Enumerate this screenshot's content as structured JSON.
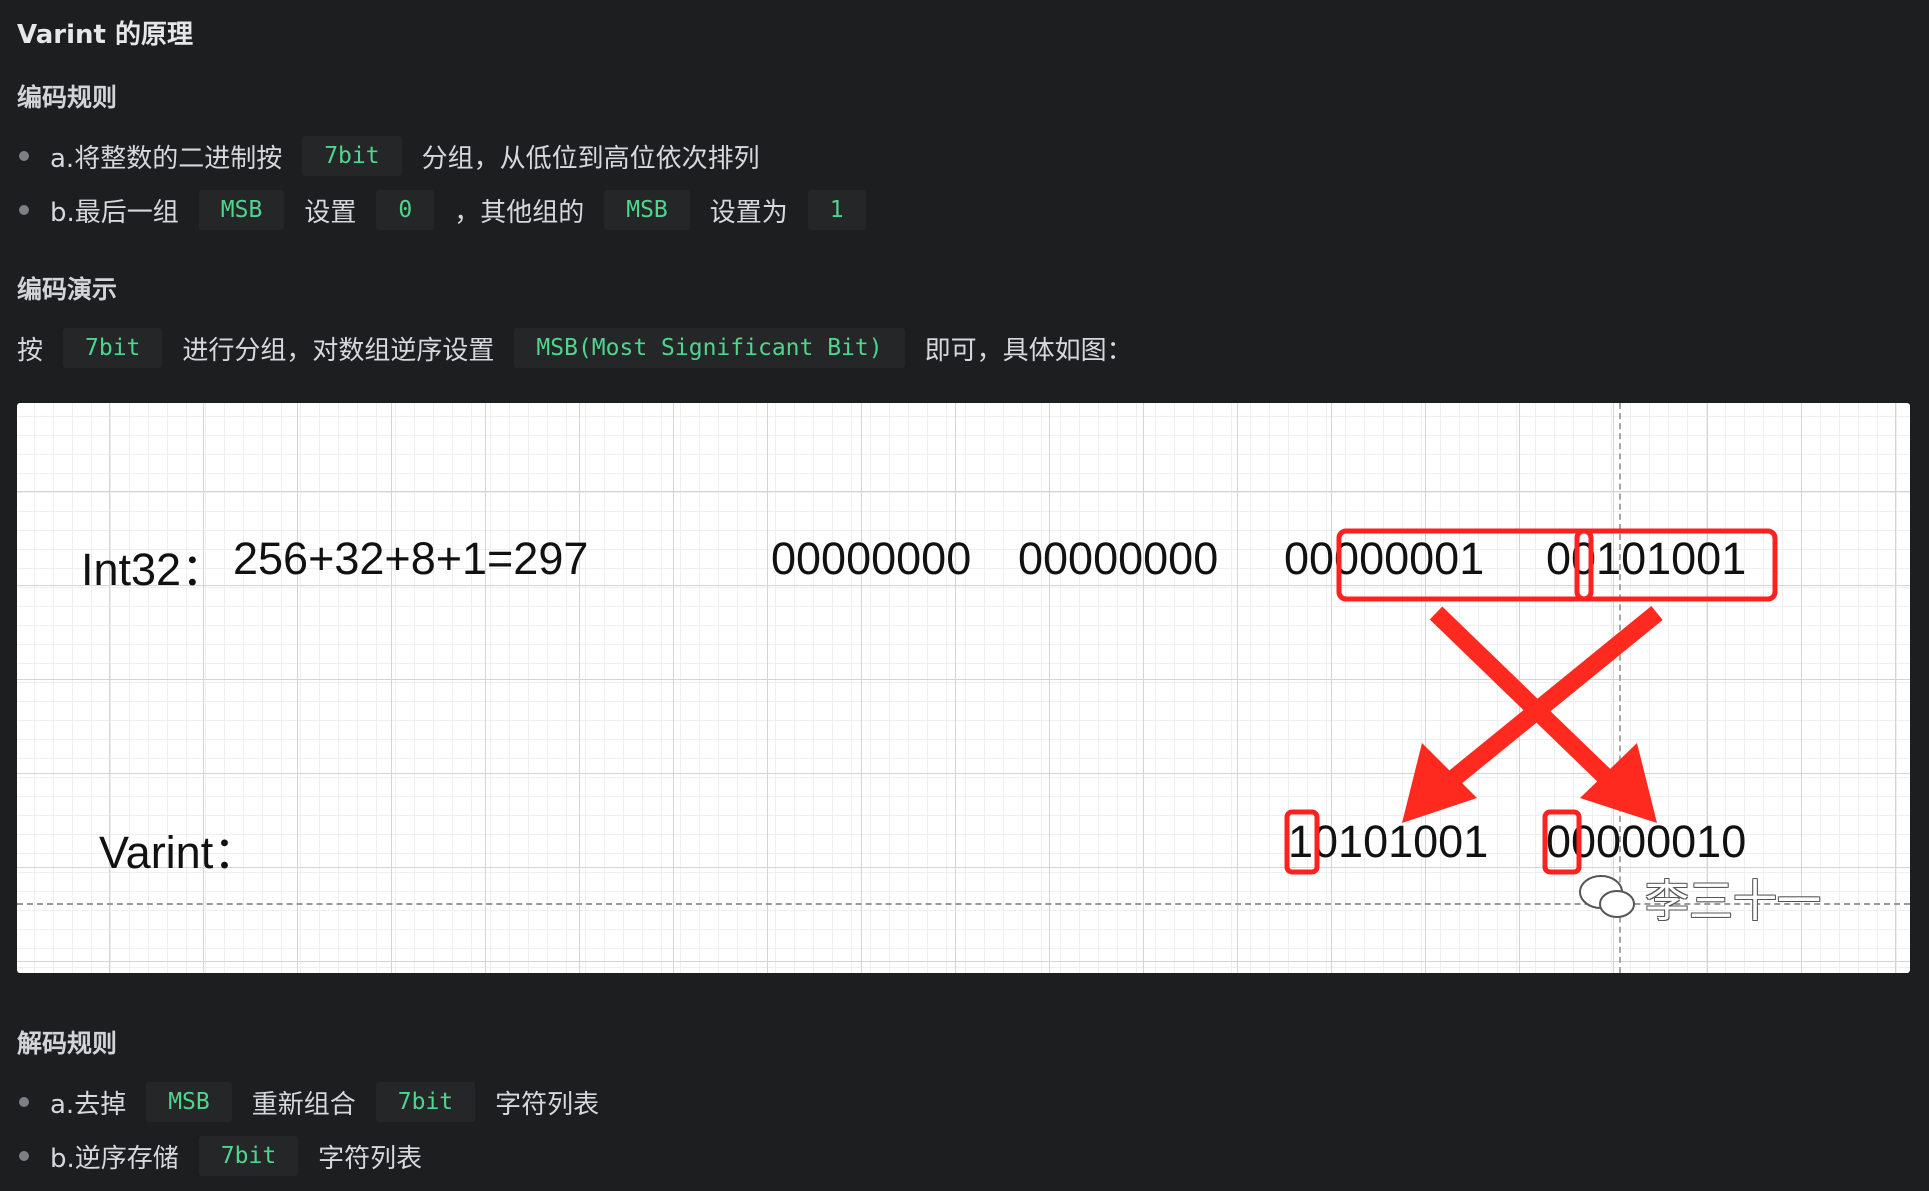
{
  "section_title": "Varint 的原理",
  "encode_rules": {
    "heading": "编码规则",
    "items": [
      {
        "pre": "a.将整数的二进制按",
        "code1": "7bit",
        "post": "分组，从低位到高位依次排列"
      },
      {
        "pre": "b.最后一组",
        "code1": "MSB",
        "mid1": "设置",
        "code2": "0",
        "mid2": "，其他组的",
        "code3": "MSB",
        "mid3": "设置为",
        "code4": "1"
      }
    ]
  },
  "encode_demo": {
    "heading": "编码演示",
    "pre": "按",
    "code1": "7bit",
    "mid": "进行分组，对数组逆序设置",
    "code2": "MSB(Most Significant Bit)",
    "post": "即可，具体如图："
  },
  "figure": {
    "int32_label": "Int32：",
    "int32_expr": "256+32+8+1=297",
    "byte1": "00000000",
    "byte2": "00000000",
    "byte3": "00000001",
    "byte4": "00101001",
    "varint_label": "Varint：",
    "varint_byte1": "10101001",
    "varint_byte2": "00000010",
    "watermark": "李三十一",
    "highlight_color": "#ff2020"
  },
  "decode_rules": {
    "heading": "解码规则",
    "items": [
      {
        "pre": "a.去掉",
        "code1": "MSB",
        "mid": "重新组合",
        "code2": "7bit",
        "post": "字符列表"
      },
      {
        "pre": "b.逆序存储",
        "code1": "7bit",
        "post": "字符列表"
      }
    ]
  }
}
